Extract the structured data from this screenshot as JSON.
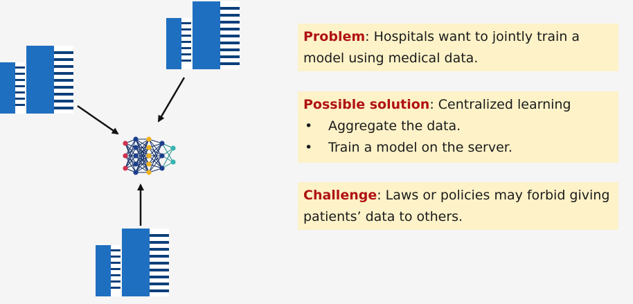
{
  "problem": {
    "heading": "Problem",
    "text": ": Hospitals want to jointly train a model using medical data."
  },
  "solution": {
    "heading": "Possible solution",
    "text": ": Centralized learning",
    "bullets": [
      "Aggregate the data.",
      "Train a model on the server."
    ]
  },
  "challenge": {
    "heading": "Challenge",
    "text": ": Laws or policies may forbid giving patients’ data to others."
  },
  "icons": [
    "hospital-building-icon",
    "neural-network-icon",
    "arrow-icon"
  ],
  "colors": {
    "building_blue": "#1f6fc0",
    "building_dark": "#0c3f7a",
    "heading_red": "#b01212",
    "box_fill": "#fdf2c8",
    "node_red": "#d0324f",
    "node_blue": "#1c3f8c",
    "node_yellow": "#efb21c",
    "node_teal": "#36b3b0",
    "edge_navy": "#0f2d66",
    "edge_teal": "#1a8a85"
  }
}
